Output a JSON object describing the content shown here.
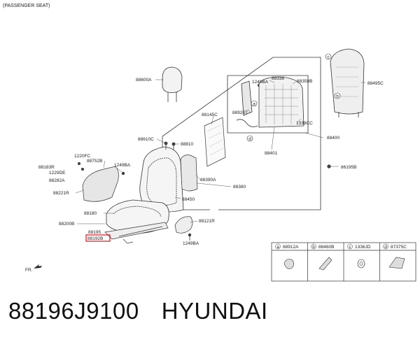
{
  "diagram": {
    "header": "(PASSENGER SEAT)",
    "fr_label": "FR.",
    "labels": {
      "p88600A": "88600A",
      "p88610C": "88610C",
      "p88810": "88810",
      "p88145C": "88145C",
      "p88390A": "88390A",
      "p88380": "88380",
      "p88450": "88450",
      "p88180": "88180",
      "p88200B": "88200B",
      "p88121R": "88121R",
      "p1249BA_a": "1249BA",
      "p1249BA_b": "1249BA",
      "p1249BA_c": "1249BA",
      "p88195": "88195",
      "p88192B": "88192B",
      "p1220FC": "1220FC",
      "p88752B": "88752B",
      "p88183R": "88183R",
      "p1229DE": "1229DE",
      "p88282A": "88282A",
      "p88221R": "88221R",
      "p88338": "88338",
      "p88358B": "88358B",
      "p88920T": "88920T",
      "p1339CC": "1339CC",
      "p88401": "88401",
      "p88400": "88400",
      "p86195B": "86195B",
      "p88495C": "88495C",
      "c_a": "a",
      "c_b": "b",
      "c_c": "c",
      "c_d": "d"
    },
    "legend": [
      {
        "letter": "a",
        "part": "88912A"
      },
      {
        "letter": "b",
        "part": "88460B"
      },
      {
        "letter": "c",
        "part": "1336JD"
      },
      {
        "letter": "d",
        "part": "87375C"
      }
    ]
  },
  "caption": {
    "part_number": "88196J9100",
    "brand": "HYUNDAI"
  }
}
